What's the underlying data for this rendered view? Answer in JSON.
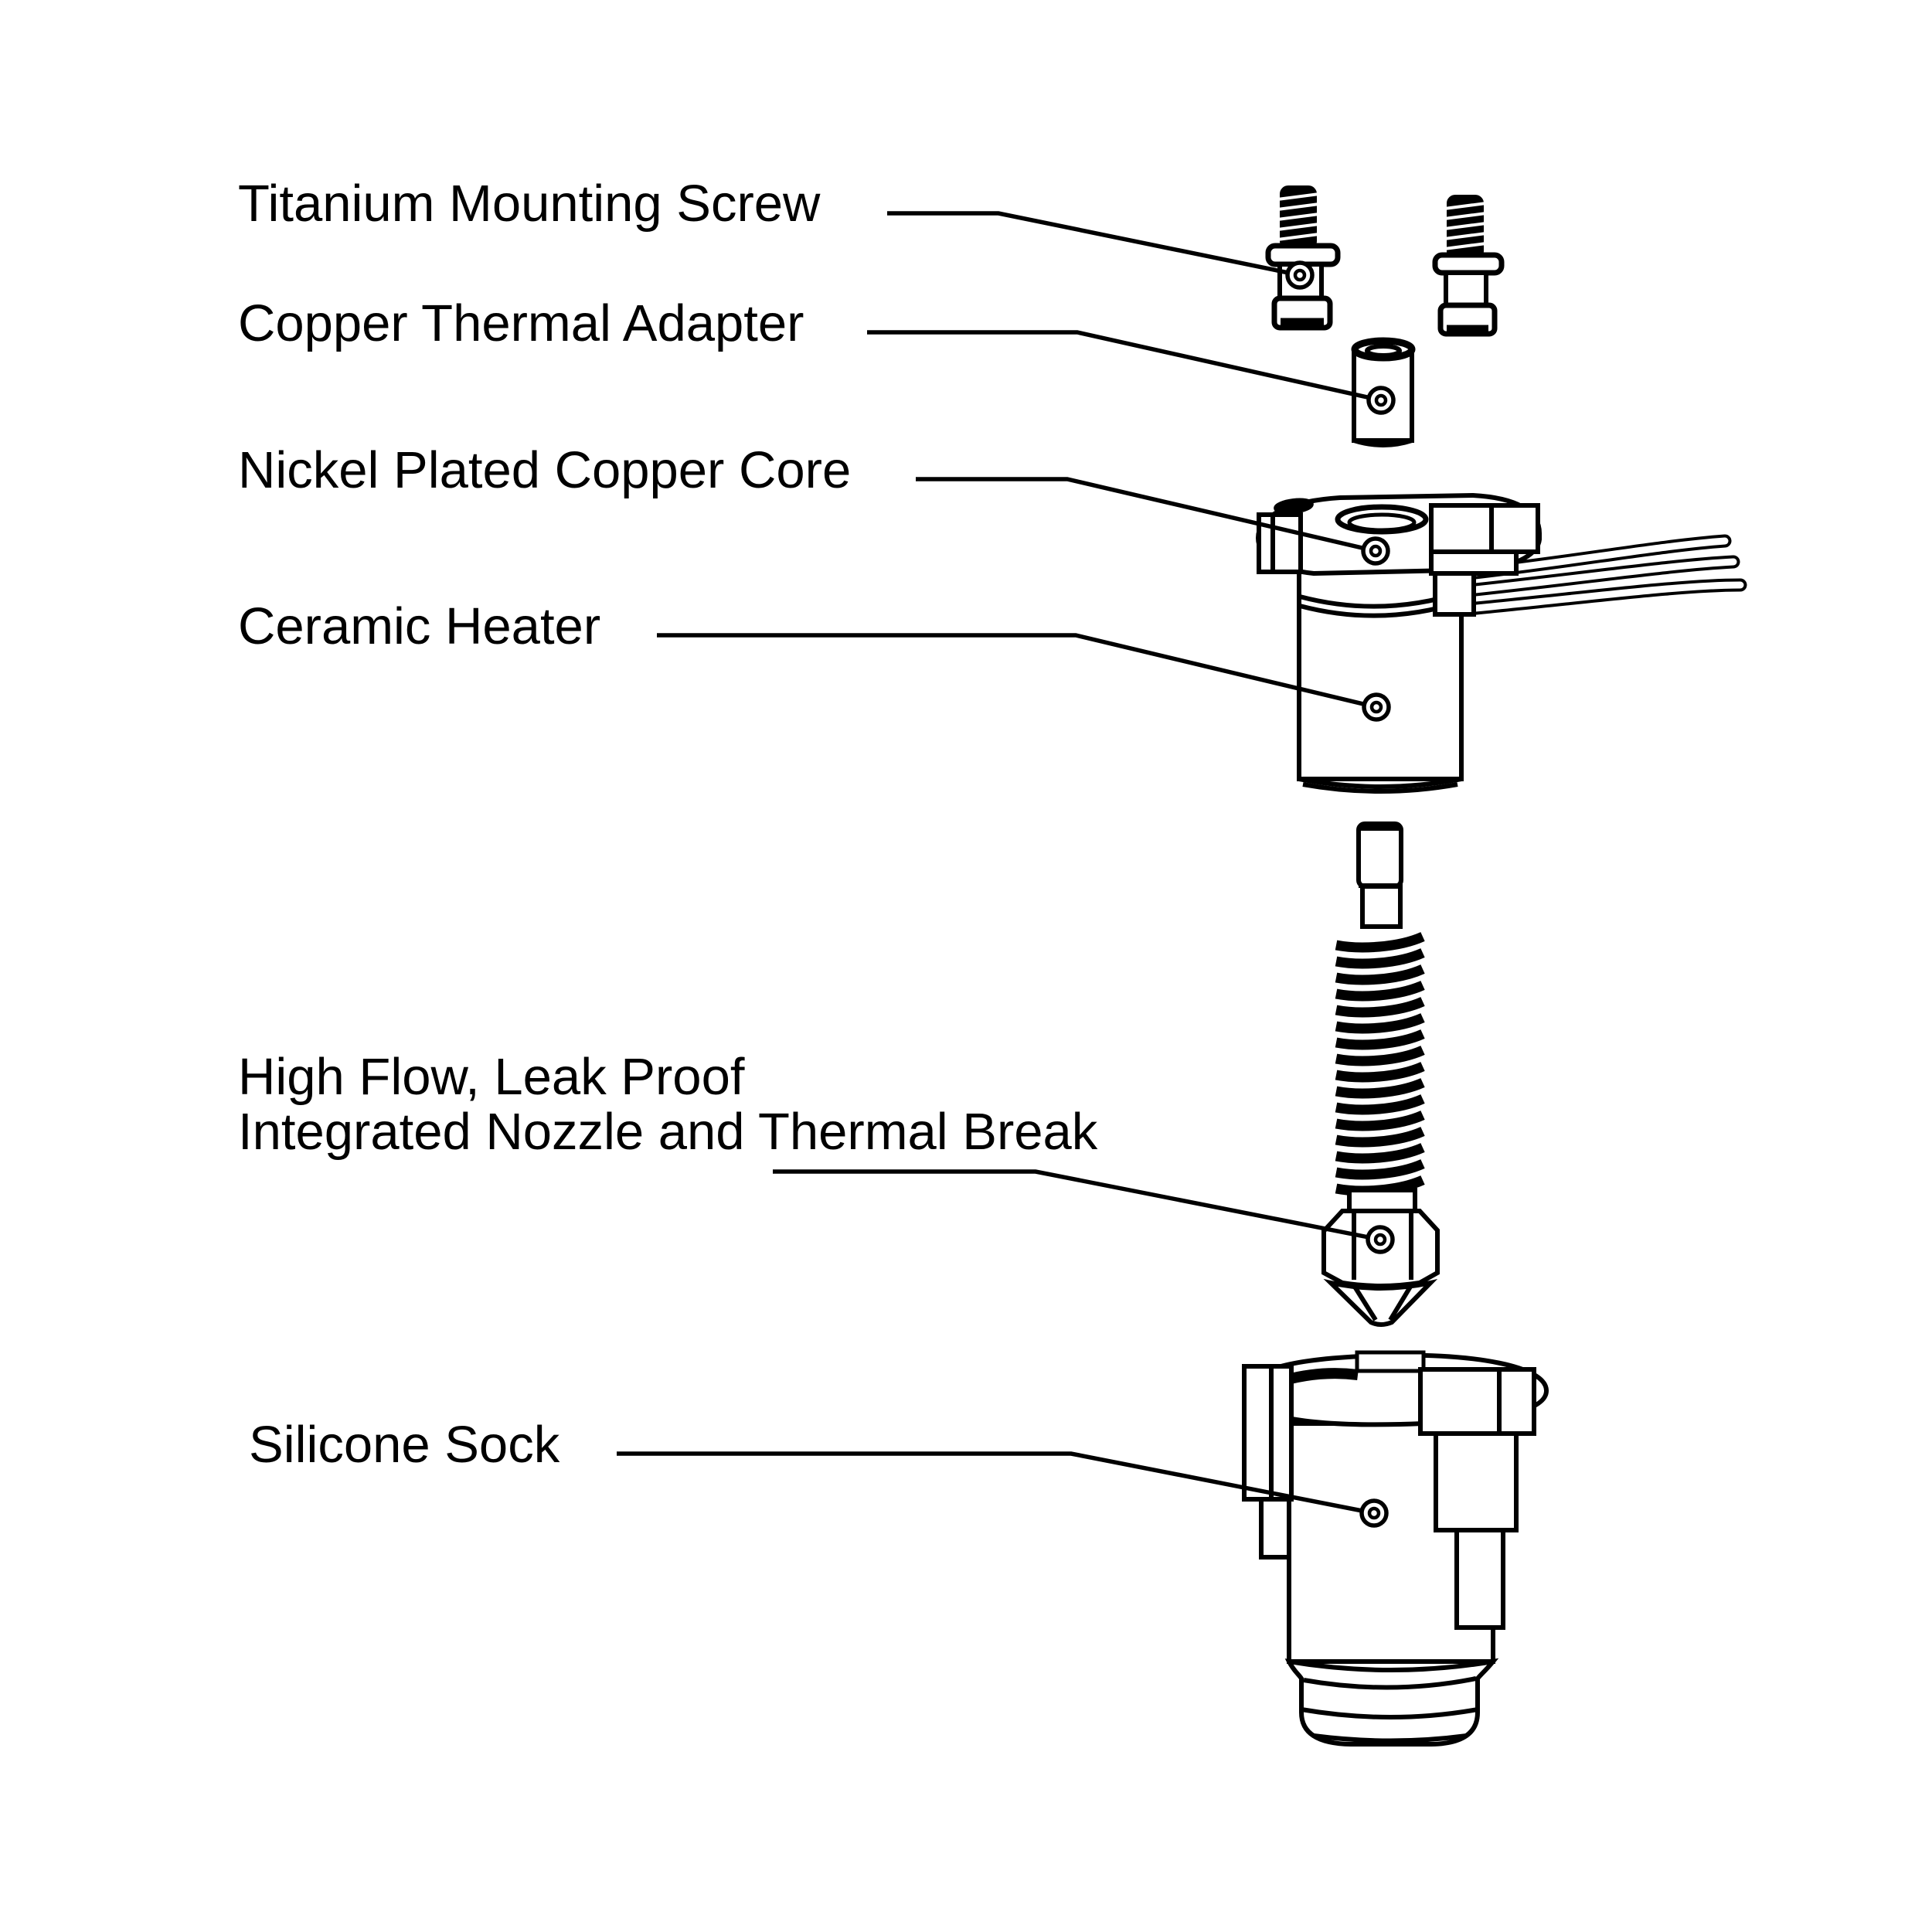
{
  "diagram": {
    "title": "Hotend exploded view",
    "background_color": "#ffffff",
    "line_color": "#000000",
    "labels": [
      {
        "id": "titanium-mounting-screw",
        "text": "Titanium Mounting Screw"
      },
      {
        "id": "copper-thermal-adapter",
        "text": "Copper Thermal Adapter"
      },
      {
        "id": "nickel-plated-copper-core",
        "text": "Nickel Plated Copper Core"
      },
      {
        "id": "ceramic-heater",
        "text": "Ceramic Heater"
      },
      {
        "id": "integrated-nozzle",
        "text": "High Flow, Leak Proof\nIntegrated Nozzle and Thermal Break"
      },
      {
        "id": "silicone-sock",
        "text": "Silicone Sock"
      }
    ],
    "parts": [
      "titanium-mounting-screw-left",
      "titanium-mounting-screw-right",
      "copper-thermal-adapter",
      "nickel-plated-copper-core",
      "ceramic-heater",
      "heater-wires",
      "integrated-nozzle-thermal-break",
      "silicone-sock"
    ]
  }
}
